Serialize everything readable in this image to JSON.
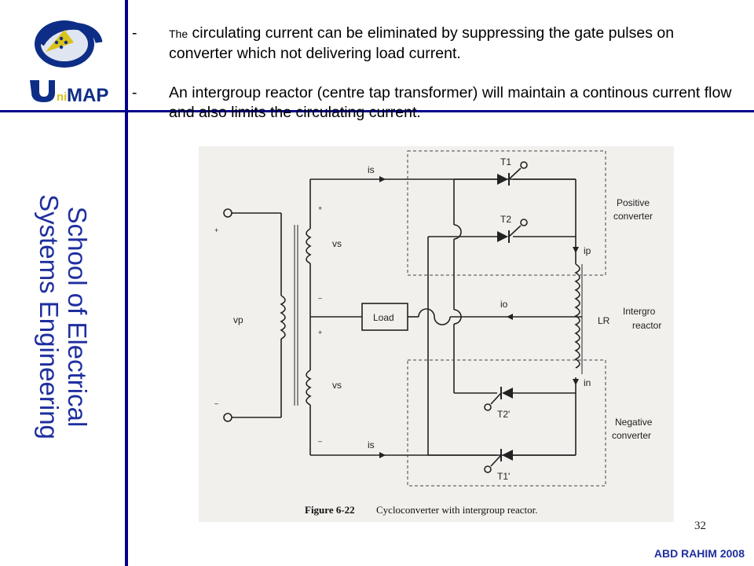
{
  "logo": {
    "text": "UniMAP"
  },
  "sidebar": {
    "line1": "School of Electrical",
    "line2": "Systems Engineering"
  },
  "bullets": [
    {
      "dash": "-",
      "lead": "The",
      "text": " circulating current can be eliminated by suppressing the gate pulses on converter which not delivering load current."
    },
    {
      "dash": "-",
      "lead": "",
      "text": "An intergroup reactor (centre tap transformer) will maintain a continous current flow and also limits the circulating current."
    }
  ],
  "figure": {
    "caption_bold": "Figure 6-22",
    "caption": "Cycloconverter with intergroup reactor.",
    "labels": {
      "vp": "vp",
      "vs_top": "vs",
      "vs_bot": "vs",
      "load": "Load",
      "is_top": "is",
      "is_bot": "is",
      "ip": "ip",
      "io": "io",
      "in": "in",
      "LR": "LR",
      "T1": "T1",
      "T2": "T2",
      "T2n": "T2'",
      "T1n": "T1'",
      "pos1": "Positive",
      "pos2": "converter",
      "neg1": "Negative",
      "neg2": "converter",
      "int1": "Intergro",
      "int2": "reactor",
      "plus": "+",
      "minus": "–"
    }
  },
  "page_number": "32",
  "author": "ABD RAHIM 2008"
}
